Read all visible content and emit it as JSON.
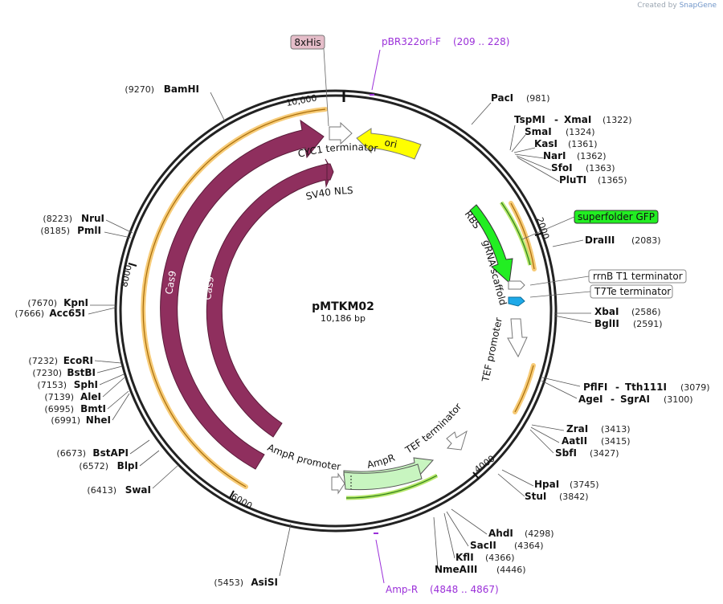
{
  "credit": {
    "prefix": "Created by",
    "brand": "SnapGene"
  },
  "plasmid": {
    "name": "pMTKM02",
    "size": "10,186 bp",
    "length_bp": 10186
  },
  "ticks": [
    "2000",
    "4000",
    "6000",
    "8000",
    "10,000"
  ],
  "sites_right": [
    {
      "name": "PacI",
      "pos": "(981)"
    },
    {
      "name": "TspMI",
      "name2": "XmaI",
      "pos": "(1322)"
    },
    {
      "name": "SmaI",
      "pos": "(1324)"
    },
    {
      "name": "KasI",
      "pos": "(1361)"
    },
    {
      "name": "NarI",
      "pos": "(1362)"
    },
    {
      "name": "SfoI",
      "pos": "(1363)"
    },
    {
      "name": "PluTI",
      "pos": "(1365)"
    },
    {
      "name": "DraIII",
      "pos": "(2083)"
    },
    {
      "name": "XbaI",
      "pos": "(2586)"
    },
    {
      "name": "BglII",
      "pos": "(2591)"
    },
    {
      "name": "PflFI",
      "name2": "Tth111I",
      "pos": "(3079)"
    },
    {
      "name": "AgeI",
      "name2": "SgrAI",
      "pos": "(3100)"
    },
    {
      "name": "ZraI",
      "pos": "(3413)"
    },
    {
      "name": "AatII",
      "pos": "(3415)"
    },
    {
      "name": "SbfI",
      "pos": "(3427)"
    },
    {
      "name": "HpaI",
      "pos": "(3745)"
    },
    {
      "name": "StuI",
      "pos": "(3842)"
    },
    {
      "name": "AhdI",
      "pos": "(4298)"
    },
    {
      "name": "SacII",
      "pos": "(4364)"
    },
    {
      "name": "KflI",
      "pos": "(4366)"
    },
    {
      "name": "NmeAIII",
      "pos": "(4446)"
    }
  ],
  "sites_left": [
    {
      "name": "BamHI",
      "pos": "(9270)"
    },
    {
      "name": "NruI",
      "pos": "(8223)"
    },
    {
      "name": "PmlI",
      "pos": "(8185)"
    },
    {
      "name": "KpnI",
      "pos": "(7670)"
    },
    {
      "name": "Acc65I",
      "pos": "(7666)"
    },
    {
      "name": "EcoRI",
      "pos": "(7232)"
    },
    {
      "name": "BstBI",
      "pos": "(7230)"
    },
    {
      "name": "SphI",
      "pos": "(7153)"
    },
    {
      "name": "AleI",
      "pos": "(7139)"
    },
    {
      "name": "BmtI",
      "pos": "(6995)"
    },
    {
      "name": "NheI",
      "pos": "(6991)"
    },
    {
      "name": "BstAPI",
      "pos": "(6673)"
    },
    {
      "name": "BlpI",
      "pos": "(6572)"
    },
    {
      "name": "SwaI",
      "pos": "(6413)"
    },
    {
      "name": "AsiSI",
      "pos": "(5453)"
    }
  ],
  "primers": [
    {
      "name": "pBR322ori-F",
      "pos": "(209 .. 228)"
    },
    {
      "name": "Amp-R",
      "pos": "(4848 .. 4867)"
    }
  ],
  "features": {
    "his_tag": "8xHis",
    "cyc1": "CYC1 terminator",
    "ori": "ori",
    "sv40": "SV40 NLS",
    "cas9": "Cas9",
    "rbs": "RBS",
    "grna": "gRNA scaffold",
    "sfgfp": "superfolder GFP",
    "rrnb": "rrnB T1 terminator",
    "t7te": "T7Te terminator",
    "tef_promoter": "TEF promoter",
    "tef_terminator": "TEF terminator",
    "ampr": "AmpR",
    "ampr_promoter": "AmpR promoter"
  },
  "colors": {
    "cas9": "#8f2f5e",
    "ori": "#ffff00",
    "sfgfp": "#22ee22",
    "t7te": "#1ea9e8",
    "ampr": "#c8f5c0",
    "orf_outline": "#f4b94a",
    "primer": "#9b30d9",
    "his_tag": "#e5bdc9"
  }
}
